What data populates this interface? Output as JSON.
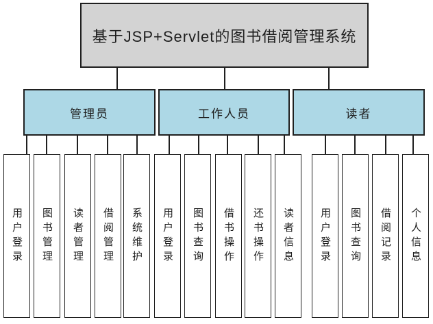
{
  "diagram": {
    "title": "基于JSP+Servlet的图书借阅管理系统",
    "groups": [
      {
        "label": "管理员",
        "children": [
          "用户登录",
          "图书管理",
          "读者管理",
          "借阅管理",
          "系统维护"
        ]
      },
      {
        "label": "工作人员",
        "children": [
          "用户登录",
          "图书查询",
          "借书操作",
          "还书操作",
          "读者信息"
        ]
      },
      {
        "label": "读者",
        "children": [
          "用户登录",
          "图书查询",
          "借阅记录",
          "个人信息"
        ]
      }
    ],
    "colors": {
      "background": "#ffffff",
      "root_fill": "#d3d3d3",
      "group_fill": "#add8e6",
      "leaf_fill": "#ffffff",
      "line": "#1f1f1f"
    }
  }
}
